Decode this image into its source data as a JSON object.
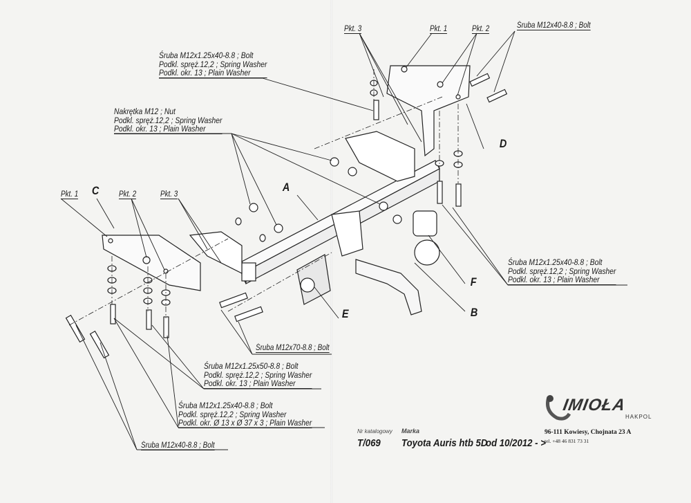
{
  "labels": {
    "top_pkt3": "Pkt. 3",
    "top_pkt1": "Pkt. 1",
    "top_pkt2": "Pkt. 2",
    "top_bolt": "Śruba M12x40-8.8 ; Bolt",
    "left_pkt1": "Pkt. 1",
    "left_pkt2": "Pkt. 2",
    "left_pkt3": "Pkt. 3",
    "bolt_m12x70": "Śruba M12x70-8.8 ; Bolt",
    "bolt_m12x40": "Śruba M12x40-8.8 ; Bolt"
  },
  "letters": {
    "A": "A",
    "B": "B",
    "C": "C",
    "D": "D",
    "E": "E",
    "F": "F"
  },
  "blocks": {
    "top_left": [
      "Śruba M12x1.25x40-8.8 ; Bolt",
      "Podkl. spręż.12,2 ; Spring Washer",
      "Podkl. okr. 13 ; Plain Washer"
    ],
    "nut": [
      "Nakrętka M12 ; Nut",
      "Podkl. spręż.12,2 ; Spring Washer",
      "Podkl. okr. 13 ; Plain Washer"
    ],
    "right": [
      "Śruba M12x1.25x40-8.8 ; Bolt",
      "Podkl. spręż.12,2 ; Spring Washer",
      "Podkl. okr. 13 ; Plain Washer"
    ],
    "m12x50": [
      "Śruba M12x1.25x50-8.8 ; Bolt",
      "Podkl. spręż.12,2 ; Spring Washer",
      "Podkl. okr. 13 ; Plain Washer"
    ],
    "m12x40_big": [
      "Śruba M12x1.25x40-8.8 ; Bolt",
      "Podkl. spręż.12,2 ; Spring Washer",
      "Podkl. okr. Ø 13 x Ø 37 x 3 ; Plain Washer"
    ]
  },
  "footer": {
    "catalog_label": "Nr katalogowy",
    "catalog_no": "T/069",
    "make_label": "Marka",
    "make": "Toyota Auris htb 5D",
    "from": "od 10/2012 - >",
    "address": "96-111 Kowiesy, Chojnata 23 A",
    "phone": "tel. +48 46 831 73 31"
  },
  "logo": {
    "name": "IMIOŁA",
    "sub": "HAKPOL"
  }
}
